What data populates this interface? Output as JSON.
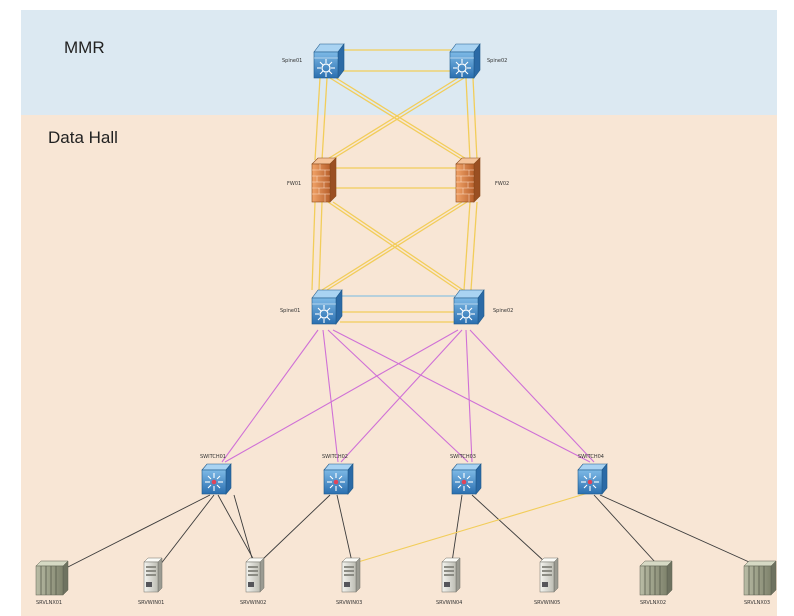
{
  "zones": {
    "mmr": "MMR",
    "data_hall": "Data Hall"
  },
  "nodes": {
    "core_spine01": "Spine01",
    "core_spine02": "Spine02",
    "fw01": "FW01",
    "fw02": "FW02",
    "hall_spine01": "Spine01",
    "hall_spine02": "Spine02",
    "switch01": "SWITCH01",
    "switch02": "SWITCH02",
    "switch03": "SWITCH03",
    "switch04": "SWITCH04",
    "srvlnx01": "SRVLNX01",
    "srvwin01": "SRVWIN01",
    "srvwin02": "SRVWIN02",
    "srvwin03": "SRVWIN03",
    "srvwin04": "SRVWIN04",
    "srvwin05": "SRVWIN05",
    "srvlnx02": "SRVLNX02",
    "srvlnx03": "SRVLNX03"
  },
  "colors": {
    "mmr_zone": "#dce9f2",
    "data_hall_zone": "#f8e6d5",
    "uplink": "#f2cd5a",
    "spine_peer": "#8fc3e0",
    "fabric": "#cf70d6",
    "access": "#3c3c3c",
    "switch": "#2f7fc1",
    "firewall": "#c0703a"
  }
}
